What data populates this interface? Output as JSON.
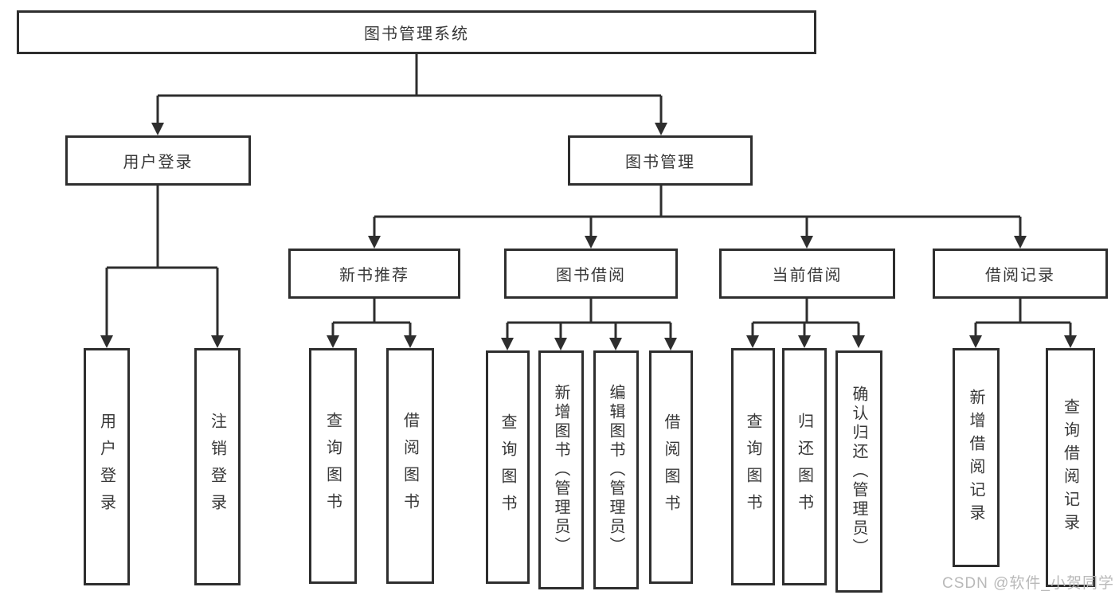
{
  "diagram": {
    "root": {
      "label": "图书管理系统"
    },
    "level2": {
      "user_login": {
        "label": "用户登录"
      },
      "book_mgmt": {
        "label": "图书管理"
      }
    },
    "level3": {
      "new_books": {
        "label": "新书推荐"
      },
      "book_borrow": {
        "label": "图书借阅"
      },
      "current_borrow": {
        "label": "当前借阅"
      },
      "borrow_records": {
        "label": "借阅记录"
      }
    },
    "leaves": {
      "user_login": [
        "用户登录",
        "注销登录"
      ],
      "new_books": [
        "查询图书",
        "借阅图书"
      ],
      "book_borrow": [
        "查询图书",
        "新增图书（管理员）",
        "编辑图书（管理员）",
        "借阅图书"
      ],
      "current_borrow": [
        "查询图书",
        "归还图书",
        "确认归还（管理员）"
      ],
      "borrow_records": [
        "新增借阅记录",
        "查询借阅记录"
      ]
    }
  },
  "watermark": "CSDN @软件_小贺同学",
  "colors": {
    "line": "#2e2e2e",
    "text": "#383838",
    "box_background": "#ffffff",
    "watermark": "#b9b9b9",
    "page_background": "#ffffff"
  }
}
